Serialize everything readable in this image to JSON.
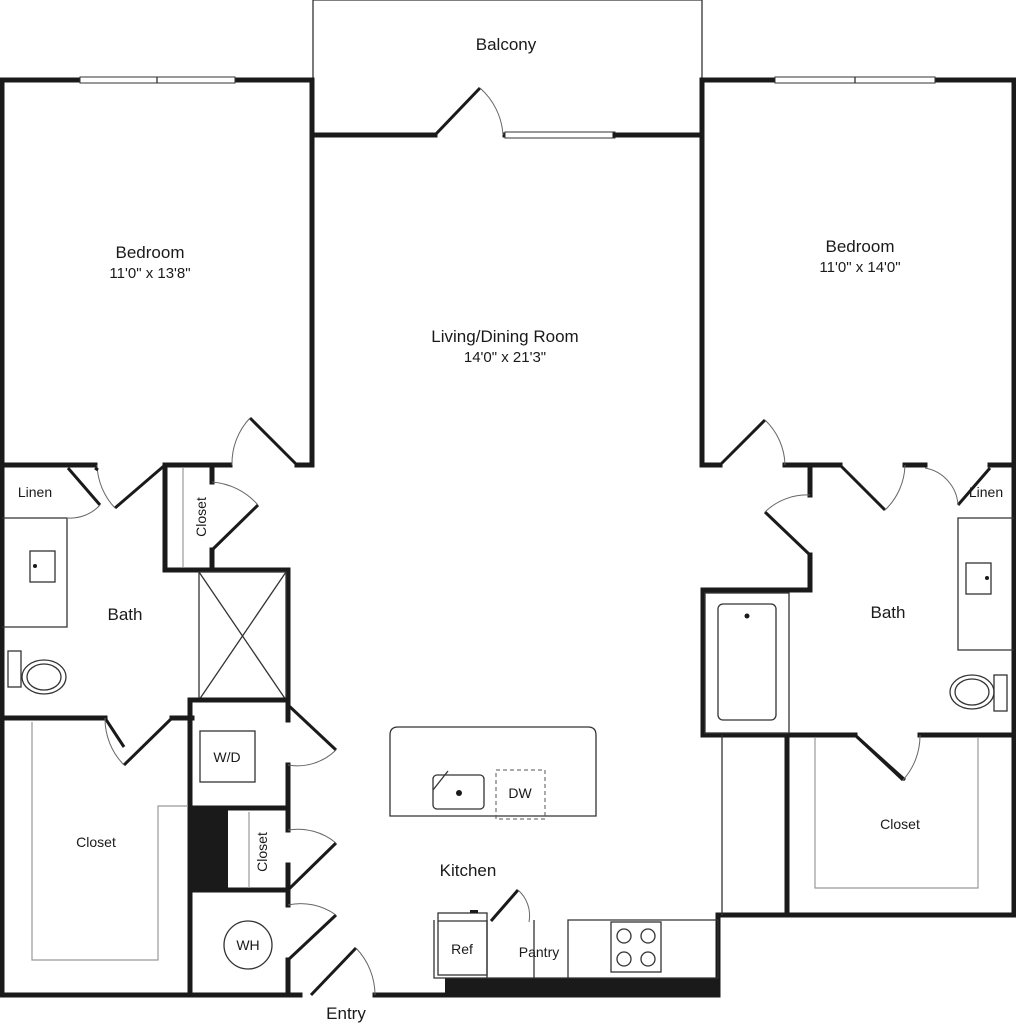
{
  "rooms": {
    "balcony": "Balcony",
    "bedroom_left": {
      "name": "Bedroom",
      "dims": "11'0\" x 13'8\""
    },
    "bedroom_right": {
      "name": "Bedroom",
      "dims": "11'0\" x 14'0\""
    },
    "living": {
      "name": "Living/Dining Room",
      "dims": "14'0\" x 21'3\""
    },
    "linen_left": "Linen",
    "linen_right": "Linen",
    "bath_left": "Bath",
    "bath_right": "Bath",
    "closet_small": "Closet",
    "closet_left": "Closet",
    "closet_hall": "Closet",
    "closet_right": "Closet",
    "kitchen": "Kitchen",
    "entry": "Entry"
  },
  "fixtures": {
    "washer_dryer": "W/D",
    "water_heater": "WH",
    "dishwasher": "DW",
    "refrigerator": "Ref",
    "pantry": "Pantry"
  }
}
